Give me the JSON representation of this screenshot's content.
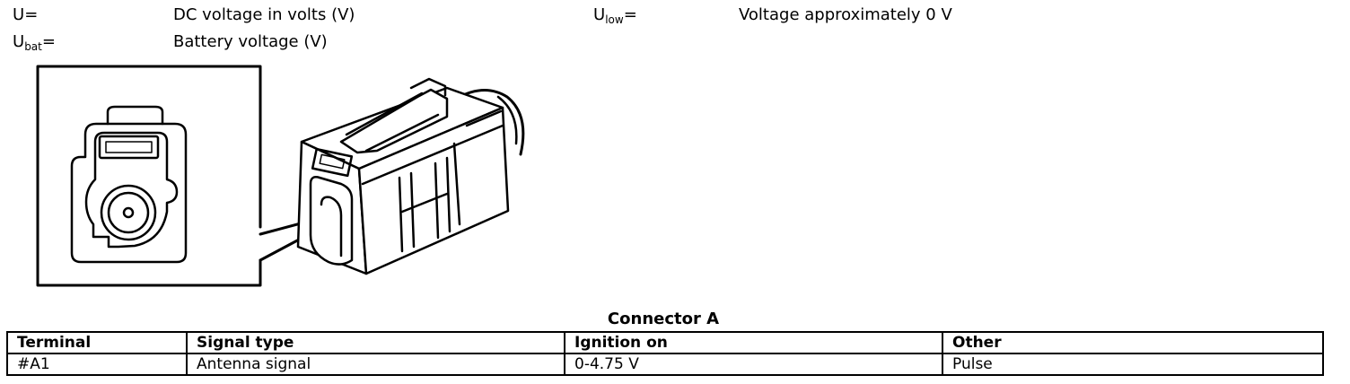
{
  "legend": {
    "u": {
      "symbol": "U",
      "subscript": "",
      "suffix": "=",
      "desc": "DC voltage in volts (V)"
    },
    "ubat": {
      "symbol": "U",
      "subscript": "bat",
      "suffix": "=",
      "desc": "Battery voltage (V)"
    },
    "ulow": {
      "symbol": "U",
      "subscript": "low",
      "suffix": "=",
      "desc": "Voltage approximately 0 V"
    }
  },
  "connector": {
    "caption": "Connector A",
    "headers": [
      "Terminal",
      "Signal type",
      "Ignition on",
      "Other"
    ],
    "rows": [
      [
        "#A1",
        "Antenna signal",
        "0-4.75 V",
        "Pulse"
      ]
    ]
  }
}
